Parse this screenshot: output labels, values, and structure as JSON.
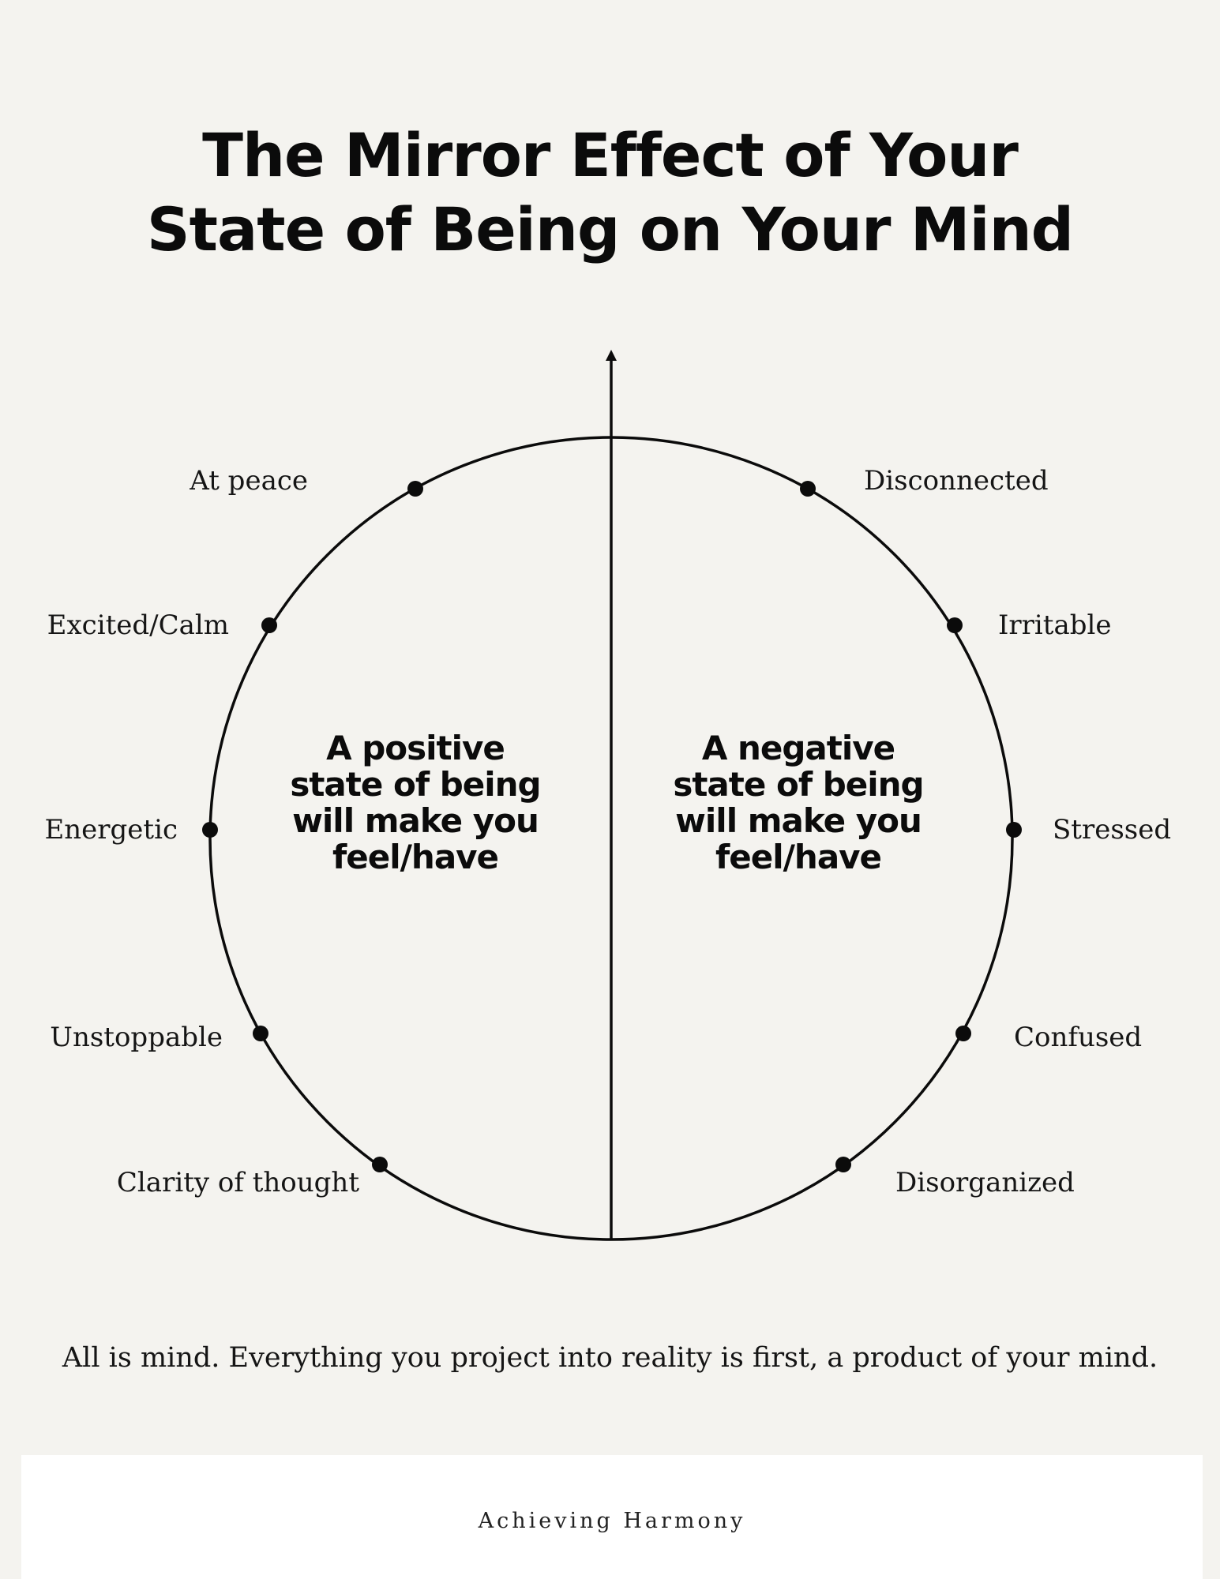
{
  "title": {
    "line1": "The Mirror Effect of Your",
    "line2": "State of Being on Your Mind"
  },
  "left_side": {
    "center_lines": [
      "A positive",
      "state of being",
      "will make you",
      "feel/have"
    ],
    "items": [
      "At peace",
      "Excited/Calm",
      "Energetic",
      "Unstoppable",
      "Clarity of thought"
    ]
  },
  "right_side": {
    "center_lines": [
      "A negative",
      "state of being",
      "will make you",
      "feel/have"
    ],
    "items": [
      "Disconnected",
      "Irritable",
      "Stressed",
      "Confused",
      "Disorganized"
    ]
  },
  "tagline": "All is mind. Everything you project into reality is first, a product of your mind.",
  "footer": {
    "brand": "Achieving Harmony"
  },
  "colors": {
    "background": "#f4f3ef",
    "ink": "#0b0b0b",
    "footer_band": "#ffffff"
  }
}
